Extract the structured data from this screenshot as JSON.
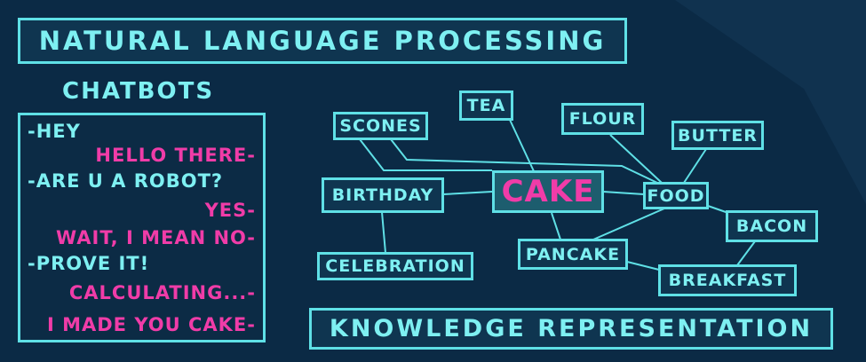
{
  "header": {
    "title": "NATURAL LANGUAGE PROCESSING"
  },
  "chatbots": {
    "heading": "CHATBOTS",
    "lines": [
      {
        "speaker": "user",
        "text": "-HEY"
      },
      {
        "speaker": "bot",
        "text": "HELLO THERE-"
      },
      {
        "speaker": "user",
        "text": "-ARE U A ROBOT?"
      },
      {
        "speaker": "bot",
        "text": "YES-"
      },
      {
        "speaker": "bot",
        "text": "WAIT, I MEAN NO-"
      },
      {
        "speaker": "user",
        "text": "-PROVE IT!"
      },
      {
        "speaker": "bot",
        "text": "CALCULATING...-"
      },
      {
        "speaker": "bot",
        "text": "I MADE YOU CAKE-"
      }
    ]
  },
  "knowledge_graph": {
    "caption": "KNOWLEDGE REPRESENTATION",
    "nodes": {
      "tea": "TEA",
      "scones": "SCONES",
      "flour": "FLOUR",
      "butter": "BUTTER",
      "birthday": "BIRTHDAY",
      "cake": "CAKE",
      "food": "FOOD",
      "bacon": "BACON",
      "celebration": "CELEBRATION",
      "pancake": "PANCAKE",
      "breakfast": "BREAKFAST"
    }
  },
  "colors": {
    "background": "#0b2a45",
    "cyan": "#5fe0e6",
    "text_cyan": "#7ef0f2",
    "magenta": "#f03ca8"
  }
}
